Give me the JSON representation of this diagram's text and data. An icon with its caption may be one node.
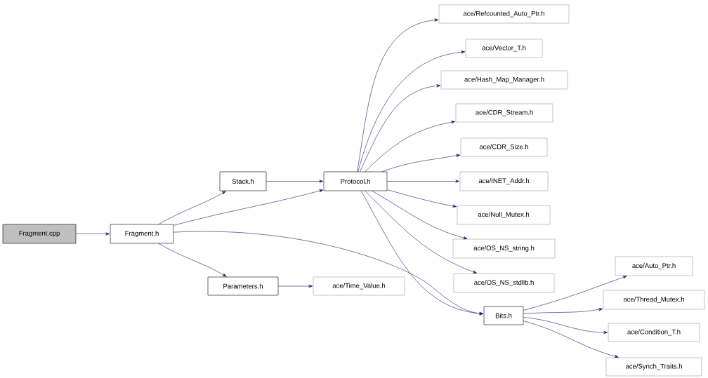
{
  "diagram": {
    "nodes": [
      {
        "text": [
          "Fragment.cpp"
        ]
      },
      {
        "text": [
          "Fragment.h"
        ]
      },
      {
        "text": [
          "Stack.h"
        ]
      },
      {
        "text": [
          "Parameters.h"
        ]
      },
      {
        "text": [
          "Protocol.h"
        ]
      },
      {
        "text": [
          "ace/Time_Value.h"
        ]
      },
      {
        "text": [
          "ace/Refcounted_Auto_Ptr.h"
        ]
      },
      {
        "text": [
          "ace/Vector_T.h"
        ]
      },
      {
        "text": [
          "ace/Hash_Map_Manager.h"
        ]
      },
      {
        "text": [
          "ace/CDR_Stream.h"
        ]
      },
      {
        "text": [
          "ace/CDR_Size.h"
        ]
      },
      {
        "text": [
          "ace/INET_Addr.h"
        ]
      },
      {
        "text": [
          "ace/Null_Mutex.h"
        ]
      },
      {
        "text": [
          "ace/OS_NS_string.h"
        ]
      },
      {
        "text": [
          "ace/OS_NS_stdlib.h"
        ]
      },
      {
        "text": [
          "Bits.h"
        ]
      },
      {
        "text": [
          "ace/Auto_Ptr.h"
        ]
      },
      {
        "text": [
          "ace/Thread_Mutex.h"
        ]
      },
      {
        "text": [
          "ace/Condition_T.h"
        ]
      },
      {
        "text": [
          "ace/Synch_Traits.h"
        ]
      }
    ],
    "edges": [
      {
        "from": 0,
        "to": 1,
        "arrow": "to"
      },
      {
        "from": 1,
        "to": 2,
        "arrow": "to"
      },
      {
        "from": 1,
        "to": 4,
        "arrow": "to"
      },
      {
        "from": 1,
        "to": 15,
        "arrow": "to"
      },
      {
        "from": 1,
        "to": 3,
        "arrow": "to"
      },
      {
        "from": 2,
        "to": 4,
        "arrow": "to"
      },
      {
        "from": 3,
        "to": 5,
        "arrow": "to"
      },
      {
        "from": 4,
        "to": 6,
        "arrow": "to"
      },
      {
        "from": 4,
        "to": 7,
        "arrow": "to"
      },
      {
        "from": 4,
        "to": 8,
        "arrow": "to"
      },
      {
        "from": 4,
        "to": 9,
        "arrow": "to"
      },
      {
        "from": 4,
        "to": 10,
        "arrow": "to"
      },
      {
        "from": 4,
        "to": 11,
        "arrow": "to"
      },
      {
        "from": 4,
        "to": 12,
        "arrow": "to"
      },
      {
        "from": 4,
        "to": 13,
        "arrow": "to"
      },
      {
        "from": 4,
        "to": 14,
        "arrow": "to"
      },
      {
        "from": 4,
        "to": 15,
        "arrow": "to"
      },
      {
        "from": 15,
        "to": 16,
        "arrow": "to"
      },
      {
        "from": 15,
        "to": 17,
        "arrow": "to"
      },
      {
        "from": 15,
        "to": 18,
        "arrow": "to"
      },
      {
        "from": 15,
        "to": 19,
        "arrow": "to"
      }
    ]
  }
}
